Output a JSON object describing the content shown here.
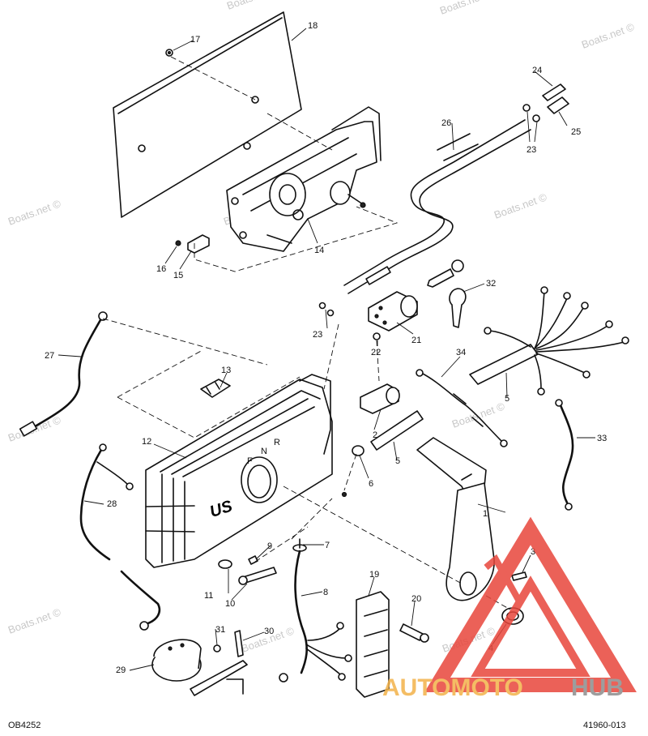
{
  "diagram": {
    "doc_code": "OB4252",
    "part_ref": "41960-013",
    "watermark": "Boats.net ©",
    "watermark_copies": 11,
    "brand_part1": "AUTOMOTO",
    "brand_part2": "HUB",
    "housing_letters": {
      "f": "F",
      "n": "N",
      "r": "R"
    },
    "housing_logo": "US",
    "colors": {
      "line": "#111111",
      "logo_red": "#e8463c",
      "logo_gray": "#8c8c8c",
      "logo_amber": "#f3b24a",
      "watermark": "#c8c8c8"
    },
    "callouts": [
      {
        "id": "c1",
        "label": "1"
      },
      {
        "id": "c2",
        "label": "2"
      },
      {
        "id": "c3",
        "label": "3"
      },
      {
        "id": "c4",
        "label": "4"
      },
      {
        "id": "c5a",
        "label": "5"
      },
      {
        "id": "c5b",
        "label": "5"
      },
      {
        "id": "c6",
        "label": "6"
      },
      {
        "id": "c7",
        "label": "7"
      },
      {
        "id": "c8",
        "label": "8"
      },
      {
        "id": "c9",
        "label": "9"
      },
      {
        "id": "c10",
        "label": "10"
      },
      {
        "id": "c11",
        "label": "11"
      },
      {
        "id": "c12",
        "label": "12"
      },
      {
        "id": "c13",
        "label": "13"
      },
      {
        "id": "c14",
        "label": "14"
      },
      {
        "id": "c15",
        "label": "15"
      },
      {
        "id": "c16",
        "label": "16"
      },
      {
        "id": "c17",
        "label": "17"
      },
      {
        "id": "c18",
        "label": "18"
      },
      {
        "id": "c19",
        "label": "19"
      },
      {
        "id": "c20",
        "label": "20"
      },
      {
        "id": "c21",
        "label": "21"
      },
      {
        "id": "c22",
        "label": "22"
      },
      {
        "id": "c23a",
        "label": "23"
      },
      {
        "id": "c23b",
        "label": "23"
      },
      {
        "id": "c24",
        "label": "24"
      },
      {
        "id": "c25",
        "label": "25"
      },
      {
        "id": "c26",
        "label": "26"
      },
      {
        "id": "c27",
        "label": "27"
      },
      {
        "id": "c28",
        "label": "28"
      },
      {
        "id": "c29",
        "label": "29"
      },
      {
        "id": "c30",
        "label": "30"
      },
      {
        "id": "c31",
        "label": "31"
      },
      {
        "id": "c32",
        "label": "32"
      },
      {
        "id": "c33",
        "label": "33"
      },
      {
        "id": "c34",
        "label": "34"
      }
    ]
  }
}
